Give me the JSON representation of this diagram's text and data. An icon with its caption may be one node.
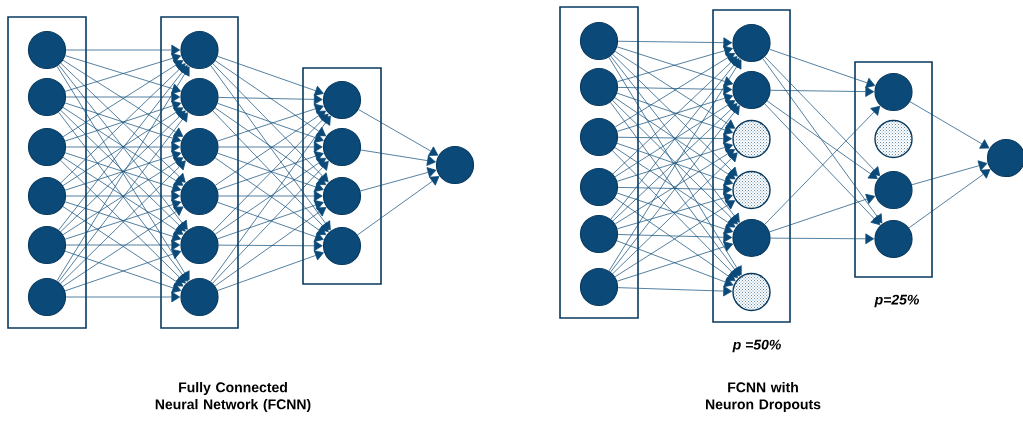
{
  "diagram": {
    "nodes": [
      {
        "text": [],
        "shape": "box"
      },
      {
        "text": [],
        "shape": "circle",
        "in": 0
      },
      {
        "text": [],
        "shape": "circle",
        "in": 0
      },
      {
        "text": [],
        "shape": "circle",
        "in": 0
      },
      {
        "text": [],
        "shape": "circle",
        "in": 0
      },
      {
        "text": [],
        "shape": "circle",
        "in": 0
      },
      {
        "text": [],
        "shape": "circle",
        "in": 0
      },
      {
        "text": [],
        "shape": "box"
      },
      {
        "text": [],
        "shape": "circle",
        "in": 7
      },
      {
        "text": [],
        "shape": "circle",
        "in": 7
      },
      {
        "text": [],
        "shape": "circle",
        "in": 7
      },
      {
        "text": [],
        "shape": "circle",
        "in": 7
      },
      {
        "text": [],
        "shape": "circle",
        "in": 7
      },
      {
        "text": [],
        "shape": "circle",
        "in": 7
      },
      {
        "text": [],
        "shape": "box"
      },
      {
        "text": [],
        "shape": "circle",
        "in": 14
      },
      {
        "text": [],
        "shape": "circle",
        "in": 14
      },
      {
        "text": [],
        "shape": "circle",
        "in": 14
      },
      {
        "text": [],
        "shape": "circle",
        "in": 14
      },
      {
        "text": [],
        "shape": "circle"
      },
      {
        "text": [],
        "shape": "box"
      },
      {
        "text": [],
        "shape": "circle",
        "in": 20
      },
      {
        "text": [],
        "shape": "circle",
        "in": 20
      },
      {
        "text": [],
        "shape": "circle",
        "in": 20
      },
      {
        "text": [],
        "shape": "circle",
        "in": 20
      },
      {
        "text": [],
        "shape": "circle",
        "in": 20
      },
      {
        "text": [],
        "shape": "circle",
        "in": 20
      },
      {
        "text": [],
        "shape": "box",
        "beside": [
          "p =50%"
        ]
      },
      {
        "text": [],
        "shape": "circle",
        "in": 27
      },
      {
        "text": [],
        "shape": "circle",
        "in": 27
      },
      {
        "text": [],
        "shape": "circle",
        "in": 27
      },
      {
        "text": [],
        "shape": "circle",
        "in": 27
      },
      {
        "text": [],
        "shape": "circle",
        "in": 27
      },
      {
        "text": [],
        "shape": "circle",
        "in": 27
      },
      {
        "text": [],
        "shape": "box",
        "beside": [
          "p=25%"
        ]
      },
      {
        "text": [],
        "shape": "circle",
        "in": 34
      },
      {
        "text": [],
        "shape": "circle",
        "in": 34
      },
      {
        "text": [],
        "shape": "circle",
        "in": 34
      },
      {
        "text": [],
        "shape": "circle",
        "in": 34
      },
      {
        "text": [],
        "shape": "circle"
      }
    ],
    "edges": [
      {
        "from": 1,
        "to": 8,
        "arrow": "to"
      },
      {
        "from": 1,
        "to": 9,
        "arrow": "to"
      },
      {
        "from": 1,
        "to": 10,
        "arrow": "to"
      },
      {
        "from": 1,
        "to": 11,
        "arrow": "to"
      },
      {
        "from": 1,
        "to": 12,
        "arrow": "to"
      },
      {
        "from": 1,
        "to": 13,
        "arrow": "to"
      },
      {
        "from": 2,
        "to": 8,
        "arrow": "to"
      },
      {
        "from": 2,
        "to": 9,
        "arrow": "to"
      },
      {
        "from": 2,
        "to": 10,
        "arrow": "to"
      },
      {
        "from": 2,
        "to": 11,
        "arrow": "to"
      },
      {
        "from": 2,
        "to": 12,
        "arrow": "to"
      },
      {
        "from": 2,
        "to": 13,
        "arrow": "to"
      },
      {
        "from": 3,
        "to": 8,
        "arrow": "to"
      },
      {
        "from": 3,
        "to": 9,
        "arrow": "to"
      },
      {
        "from": 3,
        "to": 10,
        "arrow": "to"
      },
      {
        "from": 3,
        "to": 11,
        "arrow": "to"
      },
      {
        "from": 3,
        "to": 12,
        "arrow": "to"
      },
      {
        "from": 3,
        "to": 13,
        "arrow": "to"
      },
      {
        "from": 4,
        "to": 8,
        "arrow": "to"
      },
      {
        "from": 4,
        "to": 9,
        "arrow": "to"
      },
      {
        "from": 4,
        "to": 10,
        "arrow": "to"
      },
      {
        "from": 4,
        "to": 11,
        "arrow": "to"
      },
      {
        "from": 4,
        "to": 12,
        "arrow": "to"
      },
      {
        "from": 4,
        "to": 13,
        "arrow": "to"
      },
      {
        "from": 5,
        "to": 8,
        "arrow": "to"
      },
      {
        "from": 5,
        "to": 9,
        "arrow": "to"
      },
      {
        "from": 5,
        "to": 10,
        "arrow": "to"
      },
      {
        "from": 5,
        "to": 11,
        "arrow": "to"
      },
      {
        "from": 5,
        "to": 12,
        "arrow": "to"
      },
      {
        "from": 5,
        "to": 13,
        "arrow": "to"
      },
      {
        "from": 6,
        "to": 8,
        "arrow": "to"
      },
      {
        "from": 6,
        "to": 9,
        "arrow": "to"
      },
      {
        "from": 6,
        "to": 10,
        "arrow": "to"
      },
      {
        "from": 6,
        "to": 11,
        "arrow": "to"
      },
      {
        "from": 6,
        "to": 12,
        "arrow": "to"
      },
      {
        "from": 6,
        "to": 13,
        "arrow": "to"
      },
      {
        "from": 8,
        "to": 15,
        "arrow": "to"
      },
      {
        "from": 8,
        "to": 16,
        "arrow": "to"
      },
      {
        "from": 8,
        "to": 17,
        "arrow": "to"
      },
      {
        "from": 8,
        "to": 18,
        "arrow": "to"
      },
      {
        "from": 9,
        "to": 15,
        "arrow": "to"
      },
      {
        "from": 9,
        "to": 16,
        "arrow": "to"
      },
      {
        "from": 9,
        "to": 17,
        "arrow": "to"
      },
      {
        "from": 9,
        "to": 18,
        "arrow": "to"
      },
      {
        "from": 10,
        "to": 15,
        "arrow": "to"
      },
      {
        "from": 10,
        "to": 16,
        "arrow": "to"
      },
      {
        "from": 10,
        "to": 17,
        "arrow": "to"
      },
      {
        "from": 10,
        "to": 18,
        "arrow": "to"
      },
      {
        "from": 11,
        "to": 15,
        "arrow": "to"
      },
      {
        "from": 11,
        "to": 16,
        "arrow": "to"
      },
      {
        "from": 11,
        "to": 17,
        "arrow": "to"
      },
      {
        "from": 11,
        "to": 18,
        "arrow": "to"
      },
      {
        "from": 12,
        "to": 15,
        "arrow": "to"
      },
      {
        "from": 12,
        "to": 16,
        "arrow": "to"
      },
      {
        "from": 12,
        "to": 17,
        "arrow": "to"
      },
      {
        "from": 12,
        "to": 18,
        "arrow": "to"
      },
      {
        "from": 13,
        "to": 15,
        "arrow": "to"
      },
      {
        "from": 13,
        "to": 16,
        "arrow": "to"
      },
      {
        "from": 13,
        "to": 17,
        "arrow": "to"
      },
      {
        "from": 13,
        "to": 18,
        "arrow": "to"
      },
      {
        "from": 15,
        "to": 19,
        "arrow": "to"
      },
      {
        "from": 16,
        "to": 19,
        "arrow": "to"
      },
      {
        "from": 17,
        "to": 19,
        "arrow": "to"
      },
      {
        "from": 18,
        "to": 19,
        "arrow": "to"
      },
      {
        "from": 21,
        "to": 28,
        "arrow": "to"
      },
      {
        "from": 21,
        "to": 29,
        "arrow": "to"
      },
      {
        "from": 21,
        "to": 30,
        "arrow": "to"
      },
      {
        "from": 21,
        "to": 31,
        "arrow": "to"
      },
      {
        "from": 21,
        "to": 32,
        "arrow": "to"
      },
      {
        "from": 21,
        "to": 33,
        "arrow": "to"
      },
      {
        "from": 22,
        "to": 28,
        "arrow": "to"
      },
      {
        "from": 22,
        "to": 29,
        "arrow": "to"
      },
      {
        "from": 22,
        "to": 30,
        "arrow": "to"
      },
      {
        "from": 22,
        "to": 31,
        "arrow": "to"
      },
      {
        "from": 22,
        "to": 32,
        "arrow": "to"
      },
      {
        "from": 22,
        "to": 33,
        "arrow": "to"
      },
      {
        "from": 23,
        "to": 28,
        "arrow": "to"
      },
      {
        "from": 23,
        "to": 29,
        "arrow": "to"
      },
      {
        "from": 23,
        "to": 30,
        "arrow": "to"
      },
      {
        "from": 23,
        "to": 31,
        "arrow": "to"
      },
      {
        "from": 23,
        "to": 32,
        "arrow": "to"
      },
      {
        "from": 23,
        "to": 33,
        "arrow": "to"
      },
      {
        "from": 24,
        "to": 28,
        "arrow": "to"
      },
      {
        "from": 24,
        "to": 29,
        "arrow": "to"
      },
      {
        "from": 24,
        "to": 30,
        "arrow": "to"
      },
      {
        "from": 24,
        "to": 31,
        "arrow": "to"
      },
      {
        "from": 24,
        "to": 32,
        "arrow": "to"
      },
      {
        "from": 24,
        "to": 33,
        "arrow": "to"
      },
      {
        "from": 25,
        "to": 28,
        "arrow": "to"
      },
      {
        "from": 25,
        "to": 29,
        "arrow": "to"
      },
      {
        "from": 25,
        "to": 30,
        "arrow": "to"
      },
      {
        "from": 25,
        "to": 31,
        "arrow": "to"
      },
      {
        "from": 25,
        "to": 32,
        "arrow": "to"
      },
      {
        "from": 25,
        "to": 33,
        "arrow": "to"
      },
      {
        "from": 26,
        "to": 28,
        "arrow": "to"
      },
      {
        "from": 26,
        "to": 29,
        "arrow": "to"
      },
      {
        "from": 26,
        "to": 30,
        "arrow": "to"
      },
      {
        "from": 26,
        "to": 31,
        "arrow": "to"
      },
      {
        "from": 26,
        "to": 32,
        "arrow": "to"
      },
      {
        "from": 26,
        "to": 33,
        "arrow": "to"
      },
      {
        "from": 28,
        "to": 35,
        "arrow": "to"
      },
      {
        "from": 28,
        "to": 37,
        "arrow": "to"
      },
      {
        "from": 28,
        "to": 38,
        "arrow": "to"
      },
      {
        "from": 29,
        "to": 35,
        "arrow": "to"
      },
      {
        "from": 29,
        "to": 37,
        "arrow": "to"
      },
      {
        "from": 29,
        "to": 38,
        "arrow": "to"
      },
      {
        "from": 32,
        "to": 35,
        "arrow": "to"
      },
      {
        "from": 32,
        "to": 37,
        "arrow": "to"
      },
      {
        "from": 32,
        "to": 38,
        "arrow": "to"
      },
      {
        "from": 35,
        "to": 39,
        "arrow": "to"
      },
      {
        "from": 37,
        "to": 39,
        "arrow": "to"
      },
      {
        "from": 38,
        "to": 39,
        "arrow": "to"
      }
    ],
    "labels": [
      "Fully Connected Neural Network (FCNN)",
      "FCNN with Neuron Dropouts"
    ]
  }
}
